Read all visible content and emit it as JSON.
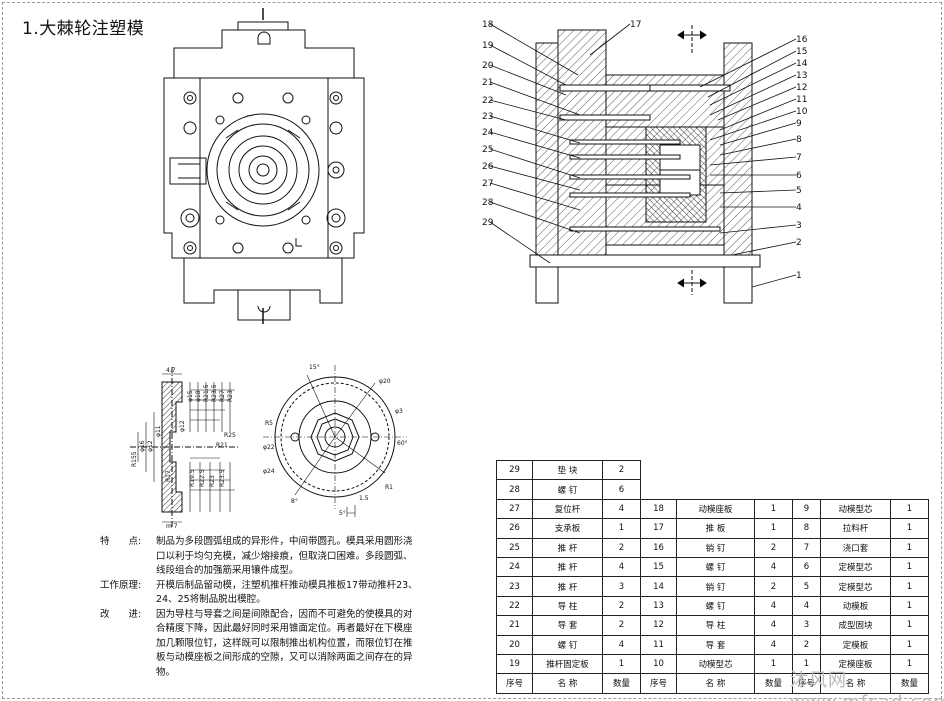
{
  "title": "1.大棘轮注塑模",
  "callouts": [
    "1",
    "2",
    "3",
    "4",
    "5",
    "6",
    "7",
    "8",
    "9",
    "10",
    "11",
    "12",
    "13",
    "14",
    "15",
    "16",
    "17",
    "18",
    "19",
    "20",
    "21",
    "22",
    "23",
    "24",
    "25",
    "26",
    "27",
    "28",
    "29"
  ],
  "dims_left": [
    "4.7",
    "R23",
    "R27",
    "R23.5",
    "R21.5",
    "φ18",
    "φ15",
    "φ12",
    "φ11",
    "R21",
    "R25",
    "φ16",
    "φ12",
    "R19.5",
    "R22.5",
    "R23",
    "R23.5",
    "R155",
    "R17",
    "m 7"
  ],
  "dims_right": [
    "15°",
    "φ20",
    "φ3",
    "60°",
    "R1",
    "1.5",
    "5°",
    "φ22",
    "φ24",
    "R5",
    "8°"
  ],
  "notes": [
    {
      "label": "特　　点:",
      "text": "制品为多段圆弧组成的异形件，中间带圆孔。模具采用圆形浇口以利于均匀充模，减少熔接痕，但取浇口困难。多段圆弧、线段组合的加强筋采用镶件成型。"
    },
    {
      "label": "工作原理:",
      "text": "开模后制品留动模，注塑机推杆推动模具推板17带动推杆23、24、25将制品脱出模腔。"
    },
    {
      "label": "改　　进:",
      "text": "因为导柱与导套之间是间隙配合，因而不可避免的使模具的对合精度下降，因此最好同时采用锥面定位。再者最好在下模座加几颗限位钉，这样既可以限制推出机构位置，而限位钉在推板与动模座板之间形成的空隙，又可以消除两面之间存在的异物。"
    }
  ],
  "bom": {
    "top_rows": [
      [
        "29",
        "垫 块",
        "2"
      ],
      [
        "28",
        "螺 钉",
        "6"
      ]
    ],
    "rows": [
      [
        "27",
        "复位杆",
        "4",
        "18",
        "动模座板",
        "1",
        "9",
        "动模型芯",
        "1"
      ],
      [
        "26",
        "支承板",
        "1",
        "17",
        "推 板",
        "1",
        "8",
        "拉料杆",
        "1"
      ],
      [
        "25",
        "推 杆",
        "2",
        "16",
        "销 钉",
        "2",
        "7",
        "浇口套",
        "1"
      ],
      [
        "24",
        "推 杆",
        "4",
        "15",
        "螺 钉",
        "4",
        "6",
        "定模型芯",
        "1"
      ],
      [
        "23",
        "推 杆",
        "3",
        "14",
        "销 钉",
        "2",
        "5",
        "定模型芯",
        "1"
      ],
      [
        "22",
        "导 柱",
        "2",
        "13",
        "螺 钉",
        "4",
        "4",
        "动模板",
        "1"
      ],
      [
        "21",
        "导 套",
        "2",
        "12",
        "导 柱",
        "4",
        "3",
        "成型固块",
        "1"
      ],
      [
        "20",
        "螺 钉",
        "4",
        "11",
        "导 套",
        "4",
        "2",
        "定模板",
        "1"
      ],
      [
        "19",
        "推杆固定板",
        "1",
        "10",
        "动模型芯",
        "1",
        "1",
        "定模座板",
        "1"
      ]
    ],
    "header": [
      "序号",
      "名 称",
      "数量",
      "序号",
      "名 称",
      "数量",
      "序号",
      "名 称",
      "数量"
    ]
  },
  "watermark": "沐风网 www.mfcad.com"
}
